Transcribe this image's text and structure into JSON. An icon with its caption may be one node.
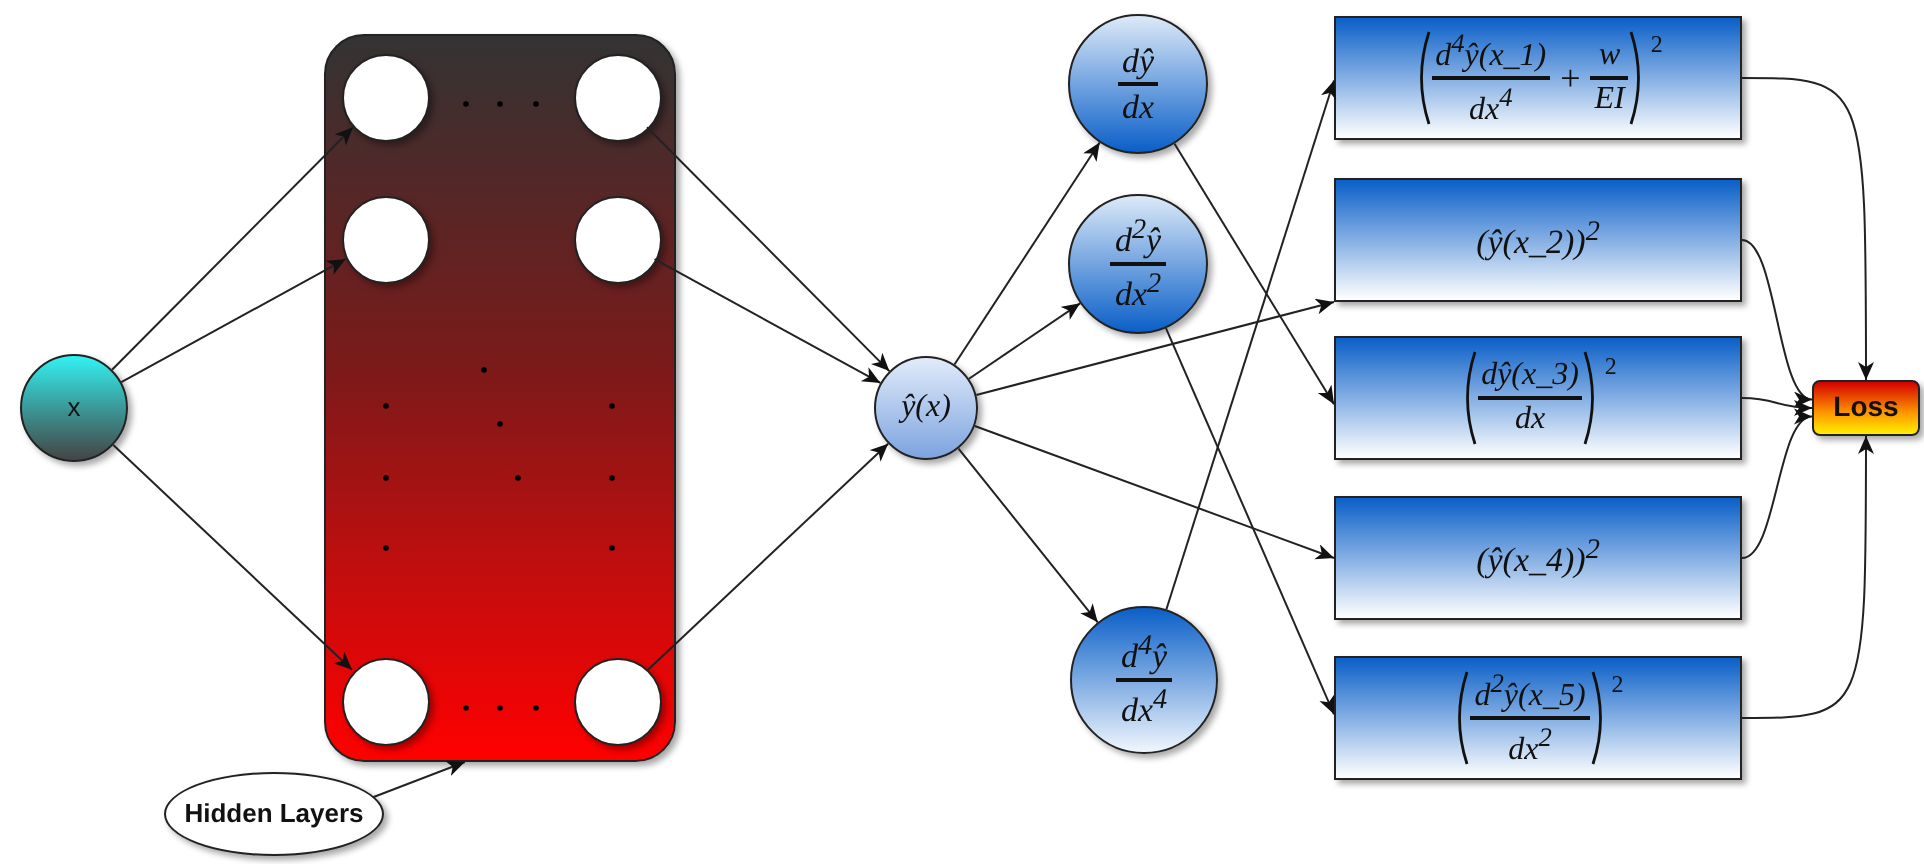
{
  "diagram": {
    "nodes": [
      {
        "text": [
          "x"
        ]
      },
      {
        "text": [],
        "shape": "box"
      },
      {
        "text": [],
        "shape": "circle",
        "in": 1
      },
      {
        "text": [],
        "shape": "circle",
        "in": 1
      },
      {
        "text": [],
        "shape": "circle",
        "in": 1
      },
      {
        "text": [],
        "shape": "circle",
        "in": 1
      },
      {
        "text": [],
        "shape": "circle",
        "in": 1
      },
      {
        "text": [],
        "shape": "circle",
        "in": 1
      },
      {
        "text": [
          "Hidden Layers"
        ]
      },
      {
        "text": [
          "ŷ(x)"
        ]
      },
      {
        "text": [
          "dŷ",
          "dx"
        ]
      },
      {
        "text": [
          "d$^{2}$ŷ",
          "dx$^{2}$"
        ]
      },
      {
        "text": [
          "d$^{4}$ŷ",
          "dx$^{4}$"
        ]
      },
      {
        "text": [
          "d$^{4}$ŷ(x_1)",
          "dx$^{4}$",
          "+",
          "w",
          "EI",
          "2"
        ]
      },
      {
        "text": [
          "(ŷ(x_2))$^{2}$"
        ]
      },
      {
        "text": [
          "dŷ(x_3)",
          "dx",
          "2"
        ]
      },
      {
        "text": [
          "(ŷ(x_4))$^{2}$"
        ]
      },
      {
        "text": [
          "d$^{2}$ŷ(x_5)",
          "dx$^{2}$",
          "2"
        ]
      },
      {
        "text": [
          "Loss"
        ]
      }
    ],
    "edges": [
      {
        "from": 0,
        "to": 2,
        "arrow": "to"
      },
      {
        "from": 0,
        "to": 4,
        "arrow": "to"
      },
      {
        "from": 0,
        "to": 6,
        "arrow": "to"
      },
      {
        "from": 3,
        "to": 9,
        "arrow": "to"
      },
      {
        "from": 5,
        "to": 9,
        "arrow": "to"
      },
      {
        "from": 7,
        "to": 9,
        "arrow": "to"
      },
      {
        "from": 8,
        "to": 1,
        "arrow": "to"
      },
      {
        "from": 9,
        "to": 10,
        "arrow": "to"
      },
      {
        "from": 9,
        "to": 11,
        "arrow": "to"
      },
      {
        "from": 9,
        "to": 14,
        "arrow": "to"
      },
      {
        "from": 9,
        "to": 16,
        "arrow": "to"
      },
      {
        "from": 9,
        "to": 12,
        "arrow": "to"
      },
      {
        "from": 10,
        "to": 15,
        "arrow": "to"
      },
      {
        "from": 11,
        "to": 17,
        "arrow": "to"
      },
      {
        "from": 12,
        "to": 13,
        "arrow": "to"
      },
      {
        "from": 13,
        "to": 18,
        "arrow": "to"
      },
      {
        "from": 14,
        "to": 18,
        "arrow": "to"
      },
      {
        "from": 15,
        "to": 18,
        "arrow": "to"
      },
      {
        "from": 16,
        "to": 18,
        "arrow": "to"
      },
      {
        "from": 17,
        "to": 18,
        "arrow": "to"
      }
    ]
  }
}
